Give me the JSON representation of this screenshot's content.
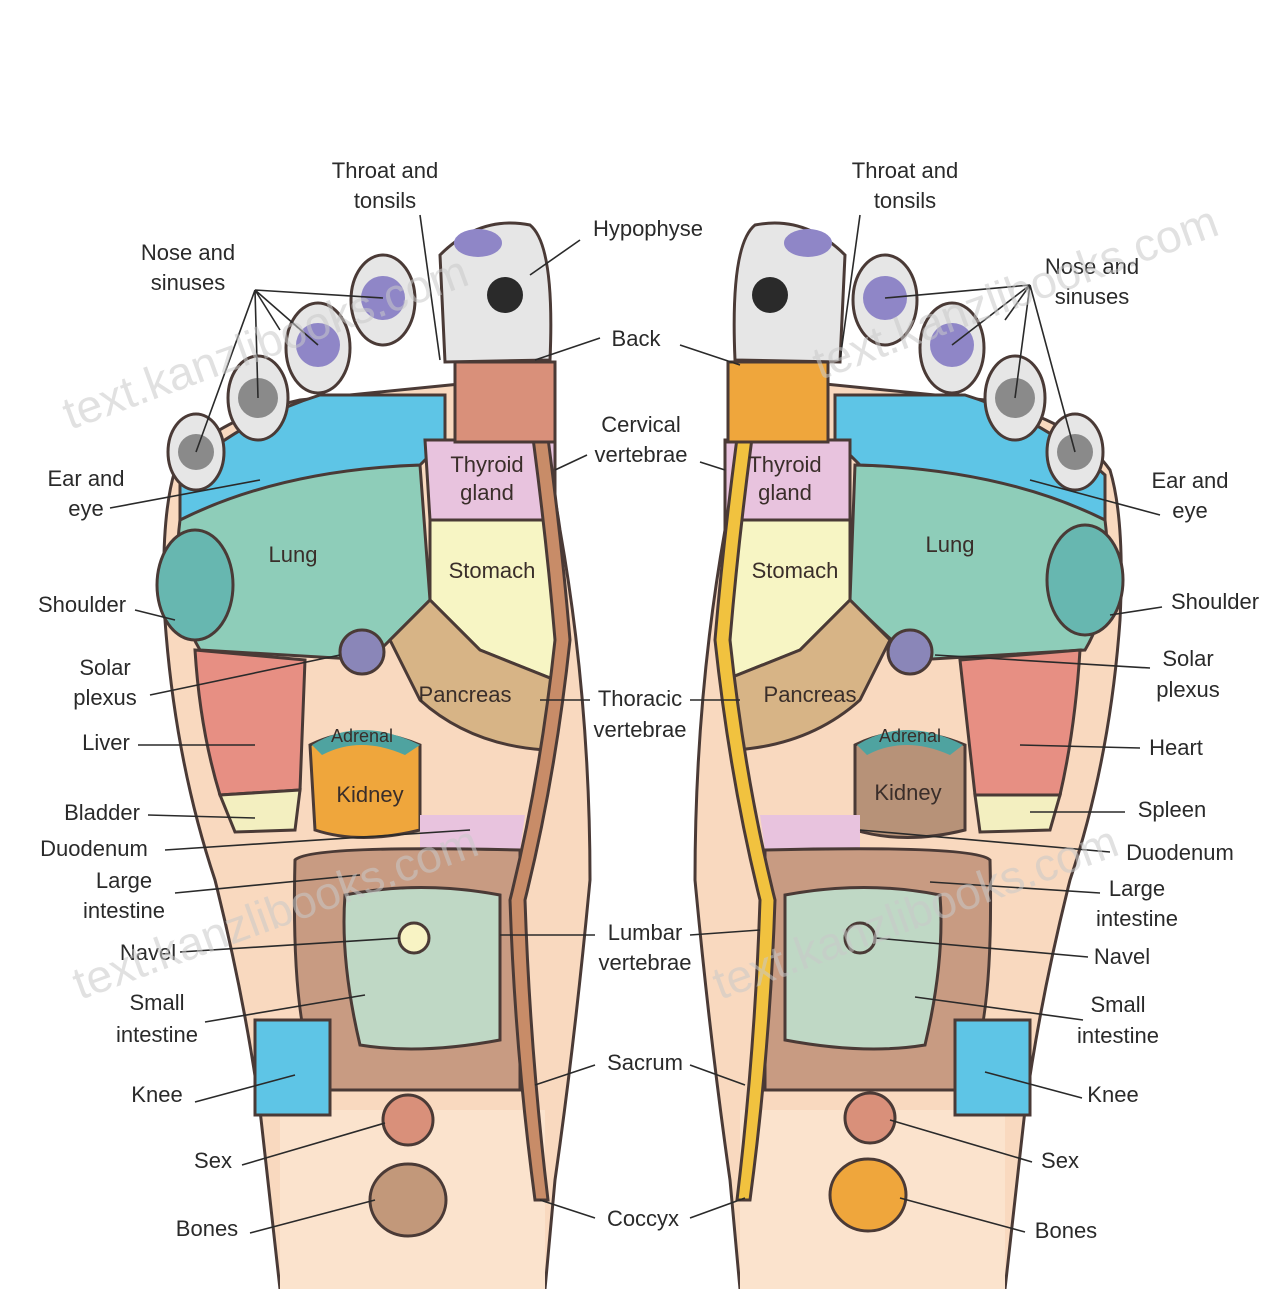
{
  "colors": {
    "toe": "#e6e6e6",
    "toe_spot": "#8f86c7",
    "eye_blue": "#5ec5e6",
    "lung": "#8ecdb9",
    "thyroid": "#e8c3de",
    "stomach": "#f7f5c4",
    "pancreas": "#d7b486",
    "liver": "#e78f83",
    "kidney_left": "#efa63c",
    "kidney_right": "#b79278",
    "skin": "#f9d9bf",
    "intestine": "#bfd8c5",
    "spine_left": "#c88c68",
    "spine_right": "#f1c23f",
    "knee": "#5ec5e6"
  },
  "labels": {
    "throat_tonsils_l": [
      "Throat and",
      "tonsils"
    ],
    "throat_tonsils_r": [
      "Throat and",
      "tonsils"
    ],
    "hypophyse": "Hypophyse",
    "nose_sinuses_l": [
      "Nose and",
      "sinuses"
    ],
    "nose_sinuses_r": [
      "Nose and",
      "sinuses"
    ],
    "back": "Back",
    "cervical": [
      "Cervical",
      "vertebrae"
    ],
    "ear_eye_l": [
      "Ear and",
      "eye"
    ],
    "ear_eye_r": [
      "Ear and",
      "eye"
    ],
    "shoulder_l": "Shoulder",
    "shoulder_r": "Shoulder",
    "solar_l": [
      "Solar",
      "plexus"
    ],
    "solar_r": [
      "Solar",
      "plexus"
    ],
    "thoracic": [
      "Thoracic",
      "vertebrae"
    ],
    "liver": "Liver",
    "heart": "Heart",
    "bladder": "Bladder",
    "spleen": "Spleen",
    "duodenum_l": "Duodenum",
    "duodenum_r": "Duodenum",
    "large_intestine_l": [
      "Large",
      "intestine"
    ],
    "large_intestine_r": [
      "Large",
      "intestine"
    ],
    "navel_l": "Navel",
    "navel_r": "Navel",
    "lumbar": [
      "Lumbar",
      "vertebrae"
    ],
    "small_intestine_l": [
      "Small",
      "intestine"
    ],
    "small_intestine_r": [
      "Small",
      "intestine"
    ],
    "sacrum": "Sacrum",
    "knee_l": "Knee",
    "knee_r": "Knee",
    "sex_l": "Sex",
    "sex_r": "Sex",
    "bones_l": "Bones",
    "bones_r": "Bones",
    "coccyx": "Coccyx"
  },
  "inner": {
    "lung_l": "Lung",
    "lung_r": "Lung",
    "thyroid_l": [
      "Thyroid",
      "gland"
    ],
    "thyroid_r": [
      "Thyroid",
      "gland"
    ],
    "stomach_l": "Stomach",
    "stomach_r": "Stomach",
    "pancreas_l": "Pancreas",
    "pancreas_r": "Pancreas",
    "adrenal_l": "Adrenal",
    "adrenal_r": "Adrenal",
    "kidney_l": "Kidney",
    "kidney_r": "Kidney"
  },
  "watermark": "text.kanzlibooks.com"
}
